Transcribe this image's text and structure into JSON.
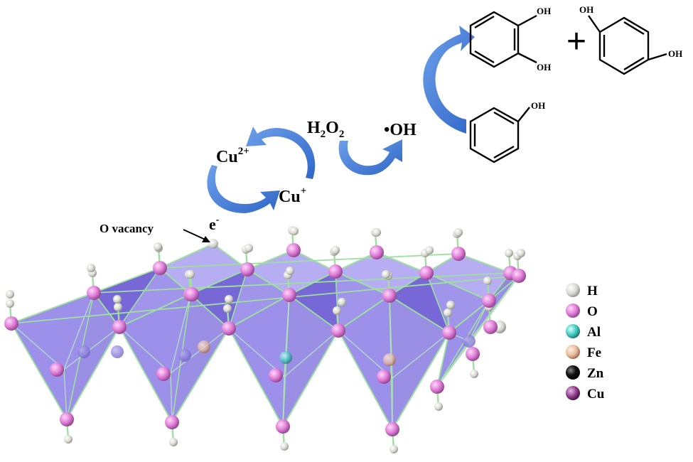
{
  "labels": {
    "cu2": "Cu",
    "cu2_sup": "2+",
    "cu1": "Cu",
    "cu1_sup": "+",
    "h2o2_h": "H",
    "h2o2_2a": "2",
    "h2o2_o": "O",
    "h2o2_2b": "2",
    "radical": "•OH",
    "electron": "e",
    "electron_sup": "-",
    "o_vacancy": "O vacancy",
    "plus": "+"
  },
  "molecules": {
    "phenol_oh": "OH",
    "catechol_oh1": "OH",
    "catechol_oh2": "OH",
    "hydroquinone_oh1": "OH",
    "hydroquinone_oh2": "OH"
  },
  "legend": [
    {
      "label": "H",
      "color": "#e8e8e0"
    },
    {
      "label": "O",
      "color": "#e58ce0"
    },
    {
      "label": "Al",
      "color": "#3fc7c0"
    },
    {
      "label": "Fe",
      "color": "#e8b89a"
    },
    {
      "label": "Zn",
      "color": "#111111"
    },
    {
      "label": "Cu",
      "color": "#8a3a8a"
    }
  ],
  "colors": {
    "arrow": "#3d79d8",
    "polyhedron": "#8c7de0",
    "edge": "#9de0a0",
    "oxygen": "#e58ce0",
    "hydrogen": "#e8e8e0"
  }
}
